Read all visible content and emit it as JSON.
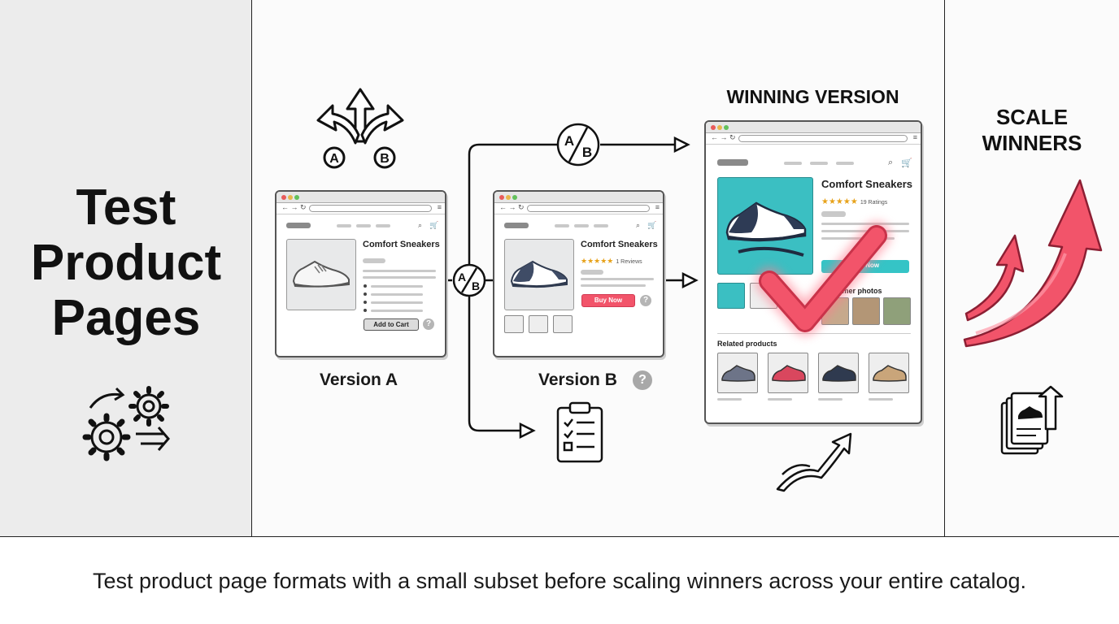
{
  "left": {
    "title_lines": [
      "Test",
      "Product",
      "Pages"
    ]
  },
  "center": {
    "version_a_label": "Version A",
    "version_b_label": "Version B",
    "help_symbol": "?",
    "ab_badge": {
      "a": "A",
      "b": "B"
    },
    "fork_badges": {
      "a": "A",
      "b": "B"
    },
    "browser_a": {
      "product_title": "Comfort Sneakers",
      "button_label": "Add to Cart"
    },
    "browser_b": {
      "product_title": "Comfort Sneakers",
      "rating_text": "1 Reviews",
      "button_label": "Buy Now"
    },
    "winning": {
      "heading": "WINNING VERSION",
      "product_title": "Comfort Sneakers",
      "rating_text": "19 Ratings",
      "button_label": "Buy Now",
      "photos_label": "Customer photos",
      "related_label": "Related products"
    }
  },
  "right": {
    "title_lines": [
      "SCALE",
      "WINNERS"
    ]
  },
  "caption": "Test product page formats with a small subset before scaling winners across your entire catalog.",
  "colors": {
    "accent_red": "#f2546a",
    "accent_teal": "#35c4c6",
    "star_gold": "#e7a21a",
    "panel_gray": "#ececec"
  },
  "icons": [
    "split-arrows-icon",
    "gears-icon",
    "ab-badge-icon",
    "clipboard-checklist-icon",
    "checkmark-icon",
    "growth-arrows-icon",
    "upward-trend-arrow-icon",
    "documents-upload-icon",
    "sneaker-icon"
  ]
}
